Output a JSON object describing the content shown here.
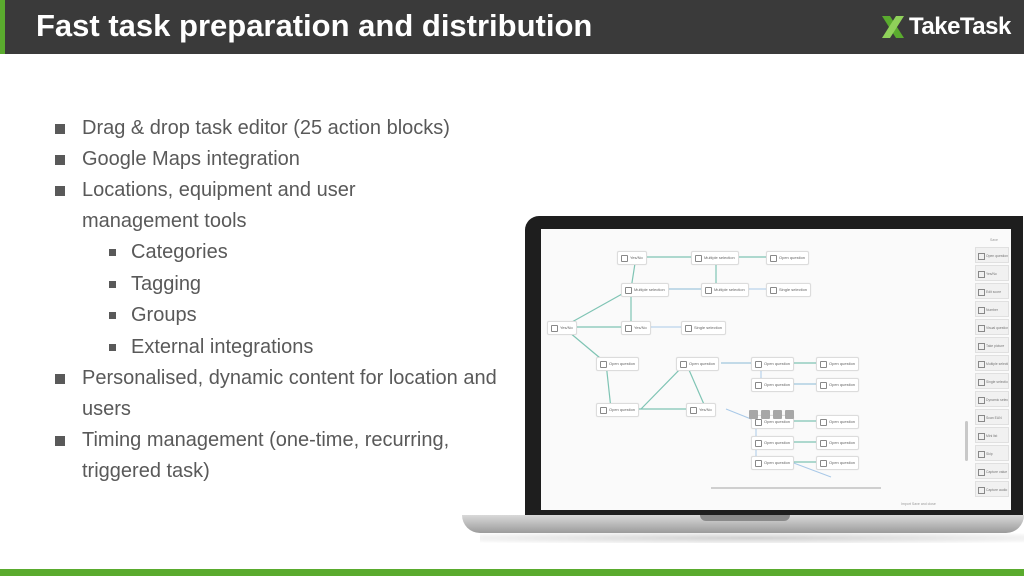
{
  "header": {
    "title": "Fast task preparation and distribution",
    "logo_text": "TakeTask"
  },
  "bullets": [
    {
      "text": "Drag & drop task editor (25 action blocks)",
      "level": 1
    },
    {
      "text": "Google Maps integration",
      "level": 1
    },
    {
      "text": "Locations, equipment and user management tools",
      "level": 1
    },
    {
      "text": "Categories",
      "level": 2
    },
    {
      "text": "Tagging",
      "level": 2
    },
    {
      "text": "Groups",
      "level": 2
    },
    {
      "text": "External integrations",
      "level": 2
    },
    {
      "text": "Personalised, dynamic content for location and users",
      "level": 1
    },
    {
      "text": "Timing management (one-time, recurring, triggered task)",
      "level": 1
    }
  ],
  "editor": {
    "top_label": "Save",
    "nodes": [
      {
        "label": "Yes/No"
      },
      {
        "label": "Multiple selection"
      },
      {
        "label": "Open question"
      },
      {
        "label": "Multiple selection"
      },
      {
        "label": "Multiple selection"
      },
      {
        "label": "Single selection"
      },
      {
        "label": "Yes/No"
      },
      {
        "label": "Yes/No"
      },
      {
        "label": "Single selection"
      },
      {
        "label": "Open question"
      },
      {
        "label": "Open question"
      },
      {
        "label": "Open question"
      },
      {
        "label": "Open question"
      },
      {
        "label": "Open question"
      },
      {
        "label": "Open question"
      },
      {
        "label": "Open question"
      },
      {
        "label": "Yes/No"
      },
      {
        "label": "Open question"
      },
      {
        "label": "Open question"
      },
      {
        "label": "Open question"
      },
      {
        "label": "Open question"
      },
      {
        "label": "Open question"
      },
      {
        "label": "Open question"
      }
    ],
    "toolbox": [
      {
        "label": "Open question"
      },
      {
        "label": "Yes/No"
      },
      {
        "label": "Edit score"
      },
      {
        "label": "Number"
      },
      {
        "label": "Visual question"
      },
      {
        "label": "Take picture"
      },
      {
        "label": "Multiple selection"
      },
      {
        "label": "Single selection"
      },
      {
        "label": "Dynamic select"
      },
      {
        "label": "Scan EAN"
      },
      {
        "label": "Mini list"
      },
      {
        "label": "Skip"
      },
      {
        "label": "Capture value"
      },
      {
        "label": "Capture audio"
      }
    ],
    "bottom_links": "Import   Save and close"
  },
  "colors": {
    "header_bg": "#3a3a3a",
    "accent": "#5aab2e",
    "text": "#595959",
    "connector": "#7fc4b4",
    "connector_alt": "#a9c9e8"
  }
}
